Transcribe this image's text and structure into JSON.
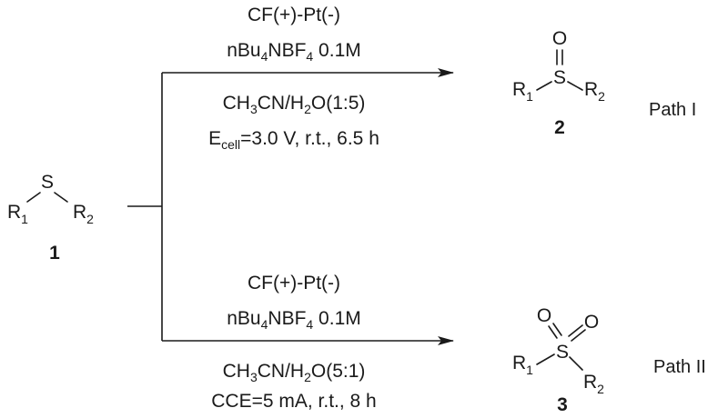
{
  "starting_material": {
    "label": "1",
    "S": "S",
    "R1": {
      "main": "R",
      "sub": "1"
    },
    "R2": {
      "main": "R",
      "sub": "2"
    }
  },
  "path_1": {
    "name": "Path I",
    "product_label": "2",
    "conditions": {
      "electrodes": "CF(+)-Pt(-)",
      "electrolyte": {
        "pre": "nBu",
        "sub": "4",
        "mid": "NBF",
        "sub2": "4",
        "post": " 0.1M"
      },
      "solvent": {
        "pre": "CH",
        "sub": "3",
        "mid": "CN/H",
        "sub2": "2",
        "post": "O(1:5)"
      },
      "params": {
        "pre": "E",
        "sub": "cell",
        "post": "=3.0 V, r.t., 6.5 h"
      }
    },
    "product": {
      "S": "S",
      "O": "O",
      "R1": {
        "main": "R",
        "sub": "1"
      },
      "R2": {
        "main": "R",
        "sub": "2"
      }
    }
  },
  "path_2": {
    "name": "Path II",
    "product_label": "3",
    "conditions": {
      "electrodes": "CF(+)-Pt(-)",
      "electrolyte": {
        "pre": "nBu",
        "sub": "4",
        "mid": "NBF",
        "sub2": "4",
        "post": " 0.1M"
      },
      "solvent": {
        "pre": "CH",
        "sub": "3",
        "mid": "CN/H",
        "sub2": "2",
        "post": "O(5:1)"
      },
      "params": "CCE=5 mA, r.t., 8 h"
    },
    "product": {
      "S": "S",
      "O1": "O",
      "O2": "O",
      "R1": {
        "main": "R",
        "sub": "1"
      },
      "R2": {
        "main": "R",
        "sub": "2"
      }
    }
  }
}
